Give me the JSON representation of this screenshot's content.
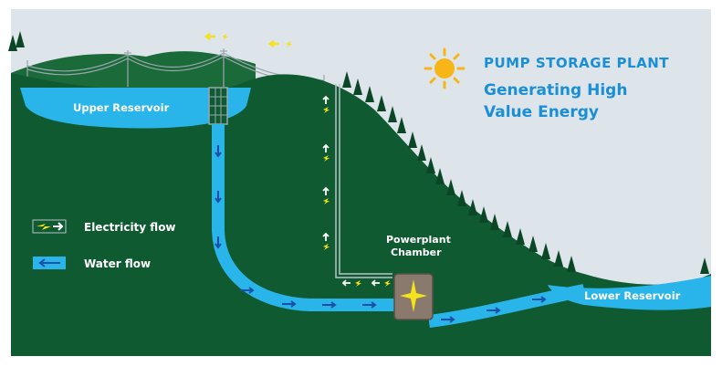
{
  "title": {
    "main": "PUMP STORAGE PLANT",
    "sub_line1": "Generating High",
    "sub_line2": "Value Energy"
  },
  "labels": {
    "upper_reservoir": "Upper Reservoir",
    "lower_reservoir": "Lower Reservoir",
    "chamber_line1": "Powerplant",
    "chamber_line2": "Chamber"
  },
  "legend": {
    "electricity": "Electricity flow",
    "water": "Water flow"
  },
  "colors": {
    "sky": "#dde4ea",
    "mountain": "#0f5a30",
    "mountain_dark": "#0b4726",
    "water": "#29b5ea",
    "water_light": "#6fd0f5",
    "arrow_water": "#1b4fa8",
    "electric": "#f4e21c",
    "title": "#1a8fd6",
    "sun": "#f7b516"
  }
}
